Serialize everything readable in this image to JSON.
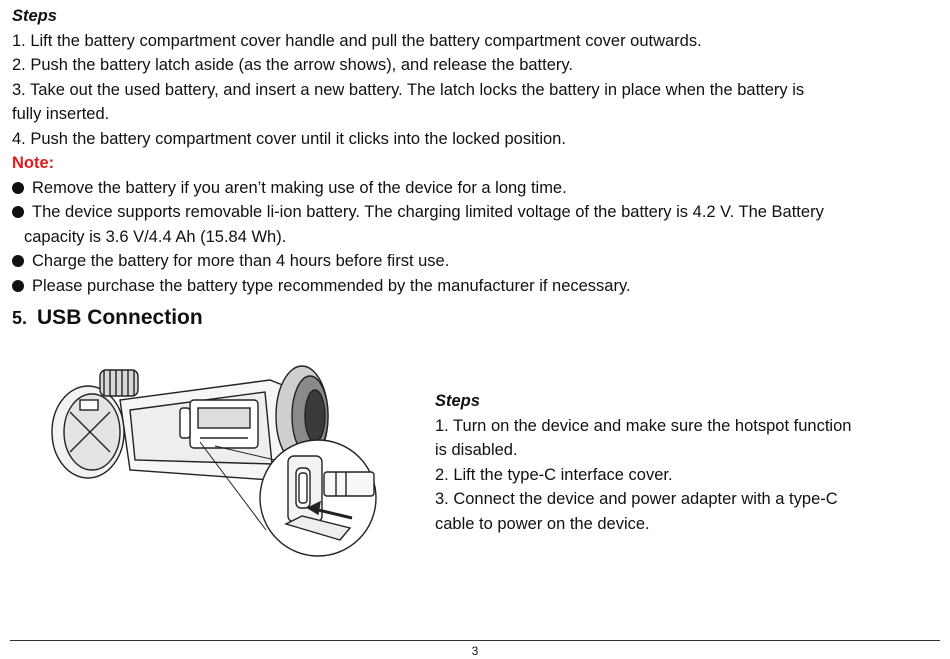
{
  "battery": {
    "steps_heading": "Steps",
    "steps": [
      "1. Lift the battery compartment cover handle and pull the battery compartment cover outwards.",
      "2. Push the battery latch aside (as the arrow shows), and release the battery.",
      "3. Take out the used battery, and insert a new battery. The latch locks the battery in place when the battery is",
      "fully inserted.",
      "4. Push the battery compartment cover until it clicks into the locked position."
    ],
    "note_label": "Note:",
    "notes": [
      "Remove the battery if you aren’t making use of the device for a long time.",
      "The device supports removable li-ion battery. The charging limited voltage of the battery is 4.2 V. The Battery",
      "capacity is 3.6 V/4.4 Ah (15.84 Wh).",
      "Charge the battery for more than 4 hours before first use.",
      "Please purchase the battery type recommended by the manufacturer if necessary."
    ]
  },
  "usb": {
    "number": "5.",
    "title": "USB Connection",
    "steps_heading": "Steps",
    "steps": [
      "1. Turn on the device and make sure the hotspot function",
      "is disabled.",
      "2. Lift the type-C interface cover.",
      "3. Connect the device and power adapter with a type-C",
      "cable to power on the device."
    ]
  },
  "footer": {
    "page_number": "3"
  }
}
